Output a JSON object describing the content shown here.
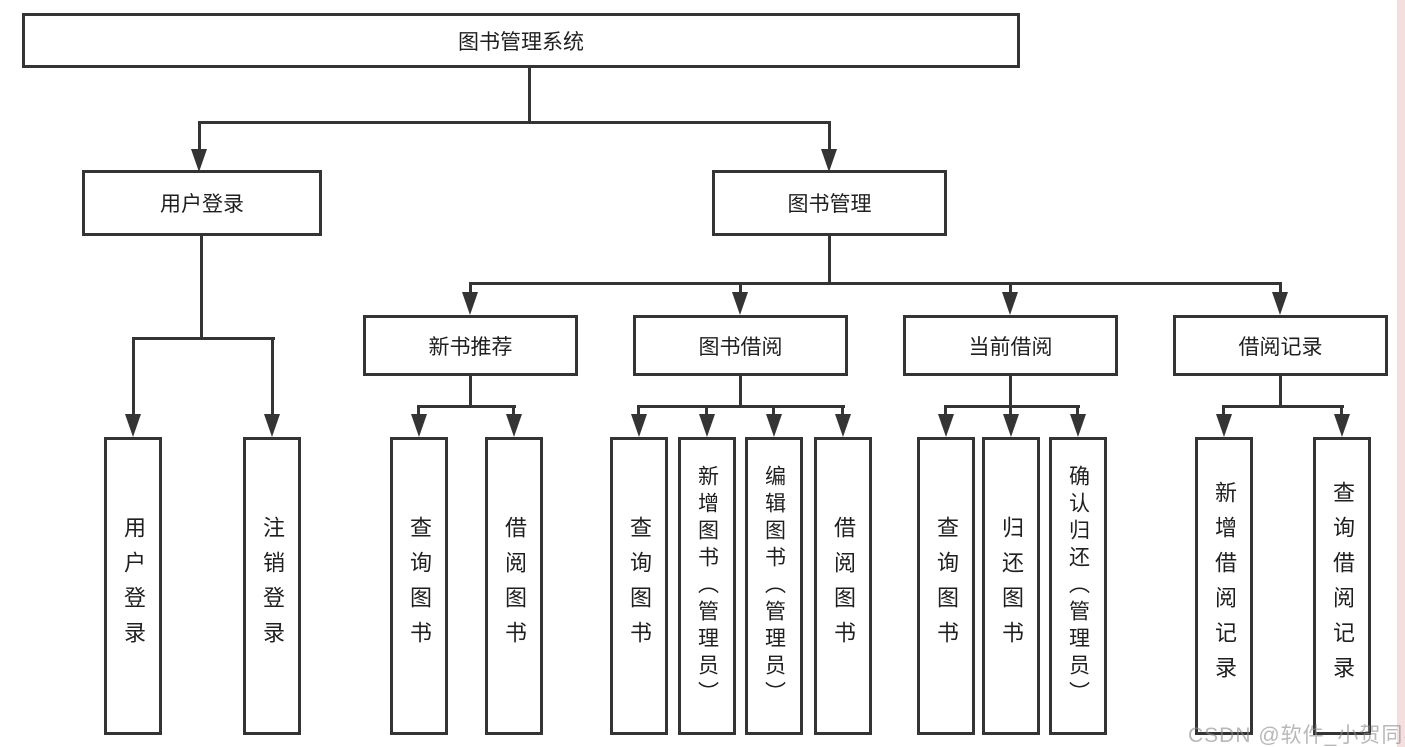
{
  "hierarchy": {
    "label": "图书管理系统",
    "children": [
      {
        "label": "用户登录",
        "children": [
          {
            "label": "用户登录"
          },
          {
            "label": "注销登录"
          }
        ]
      },
      {
        "label": "图书管理",
        "children": [
          {
            "label": "新书推荐",
            "children": [
              {
                "label": "查询图书"
              },
              {
                "label": "借阅图书"
              }
            ]
          },
          {
            "label": "图书借阅",
            "children": [
              {
                "label": "查询图书"
              },
              {
                "label": "新增图书（管理员）"
              },
              {
                "label": "编辑图书（管理员）"
              },
              {
                "label": "借阅图书"
              }
            ]
          },
          {
            "label": "当前借阅",
            "children": [
              {
                "label": "查询图书"
              },
              {
                "label": "归还图书"
              },
              {
                "label": "确认归还（管理员）"
              }
            ]
          },
          {
            "label": "借阅记录",
            "children": [
              {
                "label": "新增借阅记录"
              },
              {
                "label": "查询借阅记录"
              }
            ]
          }
        ]
      }
    ]
  },
  "watermark": {
    "text": "CSDN @软件_小贺同学"
  },
  "colors": {
    "line": "#343434",
    "text": "#1f1f1f",
    "background": "#ffffff",
    "watermark_gray": "#8c8c8c",
    "right_edge_strip_pink": "#f4dede"
  }
}
